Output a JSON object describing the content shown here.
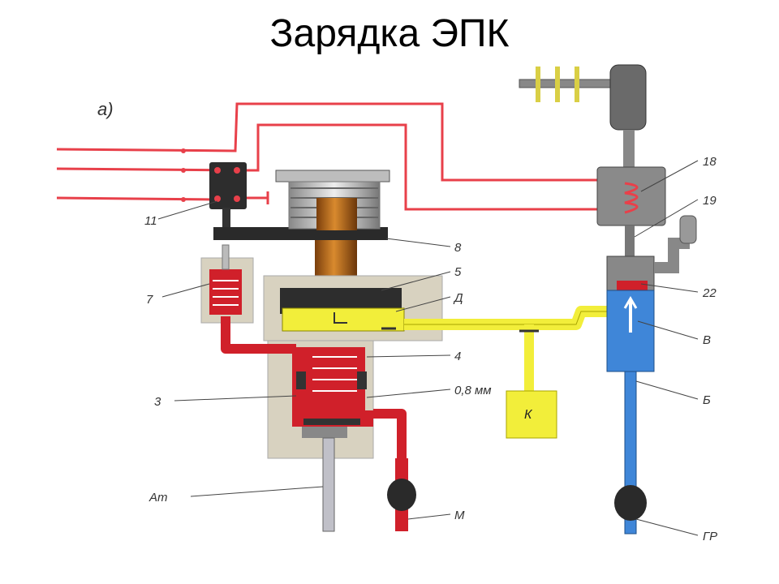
{
  "title": "Зарядка ЭПК",
  "figure_tag": "а)",
  "labels": {
    "l11": "11",
    "l7": "7",
    "l8": "8",
    "l5": "5",
    "lD": "Д",
    "l4": "4",
    "l3": "3",
    "l08": "0,8 мм",
    "lK": "К",
    "l18": "18",
    "l19": "19",
    "l22": "22",
    "lV": "В",
    "lB": "Б",
    "lAt": "Ат",
    "lM": "М",
    "lGR": "ГР"
  },
  "colors": {
    "electric_wire": "#e8404a",
    "main_reservoir_air": "#e03030",
    "control_chamber": "#f2ee3a",
    "brake_pipe_air": "#3f86d8",
    "atmosphere": "#c0c0c8",
    "body": "#d8d2c0",
    "coil": "#b86a1a",
    "dark_metal": "#444444"
  }
}
